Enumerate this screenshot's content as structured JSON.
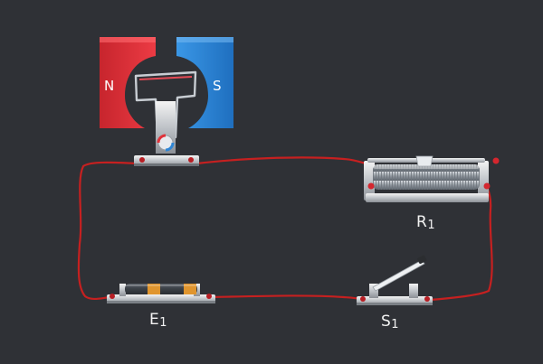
{
  "magnet": {
    "north_label": "N",
    "south_label": "S",
    "north_color": "#e0323a",
    "south_color": "#2f86d6"
  },
  "components": {
    "battery": {
      "letter": "E",
      "subscript": "1"
    },
    "switch": {
      "letter": "S",
      "subscript": "1"
    },
    "rheostat": {
      "letter": "R",
      "subscript": "1"
    }
  },
  "colors": {
    "background": "#2f3136",
    "wire": "#c62020",
    "label": "#f2f2f2"
  }
}
